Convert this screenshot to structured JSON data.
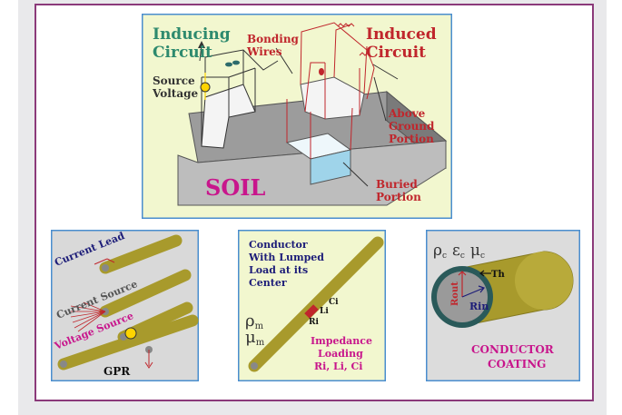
{
  "top": {
    "inducing_circuit": [
      "Inducing",
      "Circuit"
    ],
    "induced_circuit": [
      "Induced",
      "Circuit"
    ],
    "bonding_wires": [
      "Bonding",
      "Wires"
    ],
    "source_voltage": [
      "Source",
      "Voltage"
    ],
    "above_ground": [
      "Above",
      "Ground",
      "Portion"
    ],
    "buried": [
      "Buried",
      "Portion"
    ],
    "soil": "SOIL"
  },
  "panel_left": {
    "current_lead": "Current Lead",
    "current_source": "Current Source",
    "voltage_source": "Voltage Source",
    "gpr": "GPR"
  },
  "panel_middle": {
    "heading": [
      "Conductor",
      "With Lumped",
      "Load at its",
      "Center"
    ],
    "rho": "ρ",
    "rho_sub": "m",
    "mu": "μ",
    "mu_sub": "m",
    "ci": "Ci",
    "li": "Li",
    "ri": "Ri",
    "impedance": [
      "Impedance",
      "Loading",
      "Ri, Li, Ci"
    ]
  },
  "panel_right": {
    "rho": "ρ",
    "rho_sub": "c",
    "eps": "ε",
    "eps_sub": "c",
    "mu": "μ",
    "mu_sub": "c",
    "th": "Th",
    "rout": "Rout",
    "rin": "Rin",
    "caption": [
      "CONDUCTOR",
      "COATING"
    ]
  },
  "colors": {
    "frame": "#8b3a7a",
    "inducing": "#2e8a6e",
    "induced": "#c0262c",
    "navy": "#1c1c78",
    "magenta": "#c8168c",
    "conductor": "#a89a2c"
  }
}
